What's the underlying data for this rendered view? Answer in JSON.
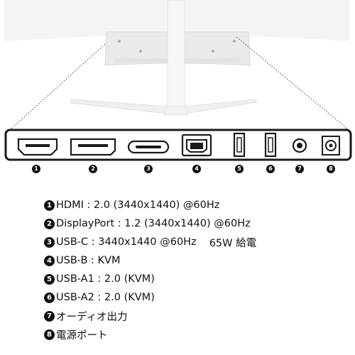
{
  "ports": [
    {
      "num": "1",
      "type": "HDMI"
    },
    {
      "num": "2",
      "type": "DisplayPort"
    },
    {
      "num": "3",
      "type": "USB-C"
    },
    {
      "num": "4",
      "type": "USB-B"
    },
    {
      "num": "5",
      "type": "USB-A"
    },
    {
      "num": "6",
      "type": "USB-A"
    },
    {
      "num": "7",
      "type": "audio"
    },
    {
      "num": "8",
      "type": "dc-power"
    }
  ],
  "specs": [
    {
      "num": "1",
      "text": "HDMI : 2.0 (3440x1440) @60Hz"
    },
    {
      "num": "2",
      "text": "DisplayPort : 1.2 (3440x1440) @60Hz"
    },
    {
      "num": "3",
      "text": "USB-C : 3440x1440 @60Hz",
      "extra": "65W 給電"
    },
    {
      "num": "4",
      "text": "USB-B : KVM"
    },
    {
      "num": "5",
      "text": "USB-A1 : 2.0 (KVM)"
    },
    {
      "num": "6",
      "text": "USB-A2 : 2.0 (KVM)"
    },
    {
      "num": "7",
      "text": "オーディオ出力"
    },
    {
      "num": "8",
      "text": "電源ポート"
    }
  ],
  "colors": {
    "outline": "#1a1a1a",
    "monitor": "#f0f0f0",
    "badge": "#111111"
  }
}
